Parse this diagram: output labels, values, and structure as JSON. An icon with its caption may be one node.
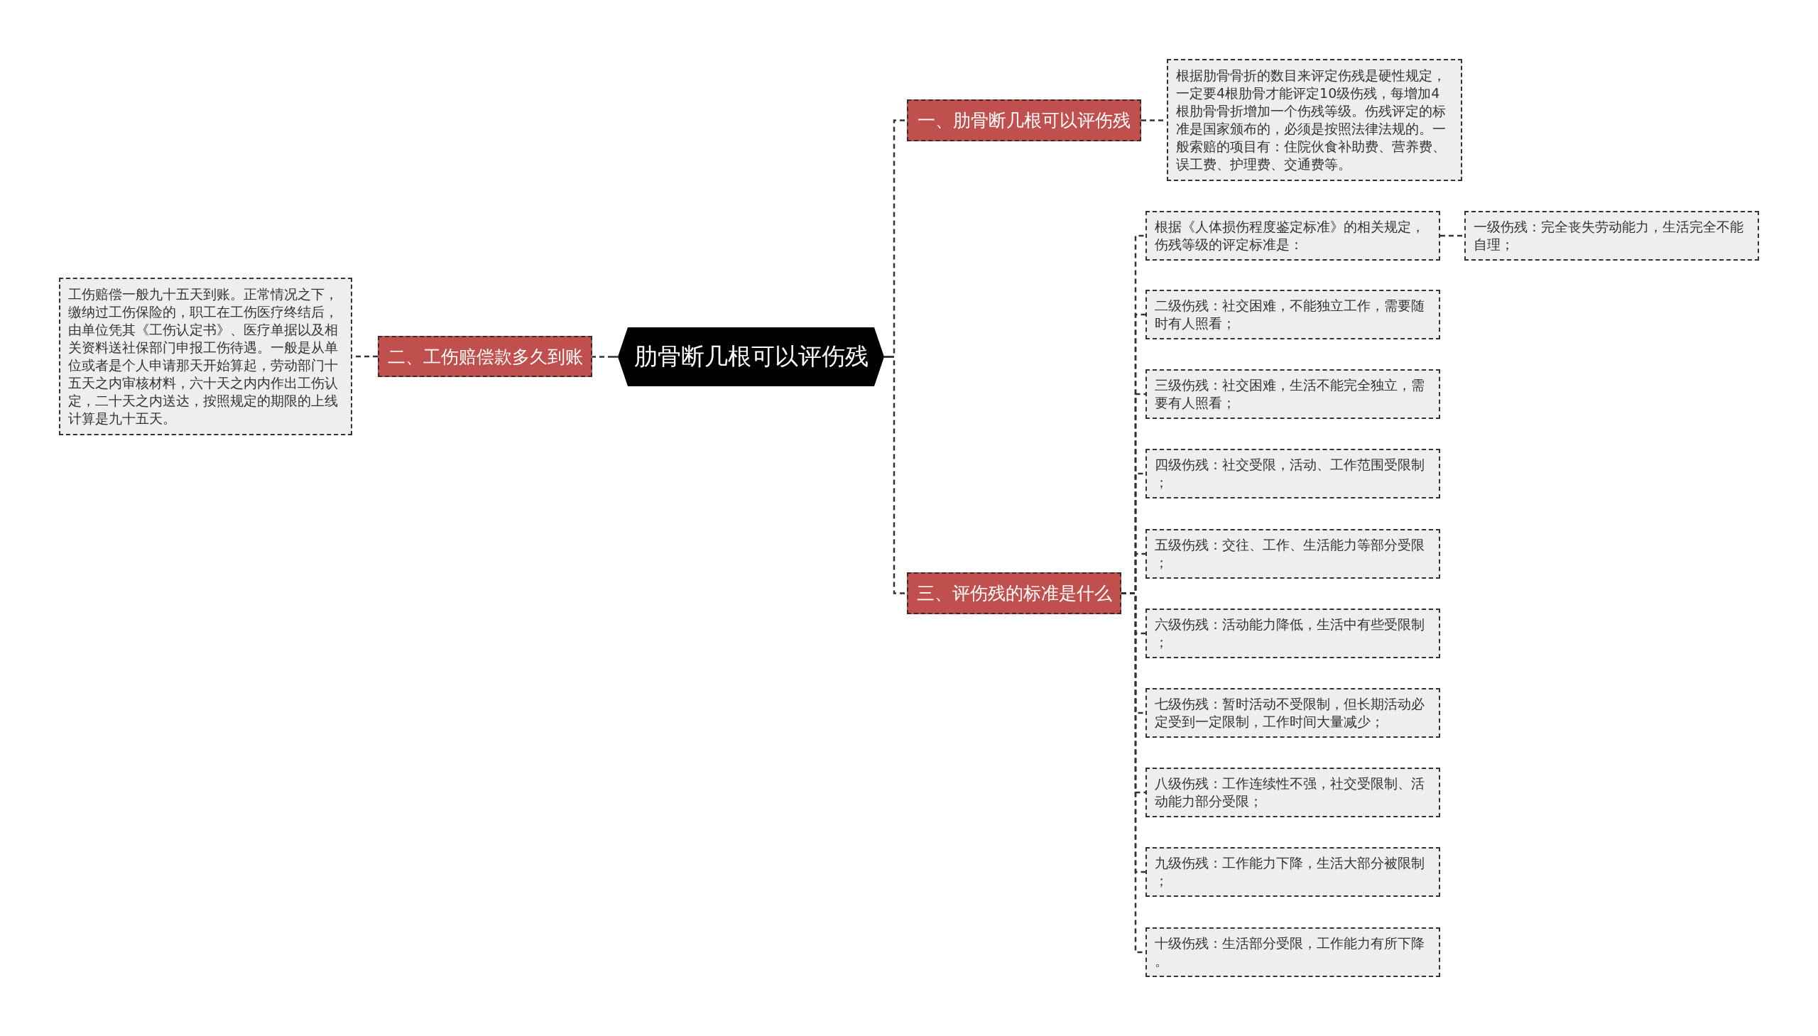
{
  "diagram": {
    "nodes": [
      {
        "text": [
          "肋骨断几根可以评伤残"
        ]
      },
      {
        "text": [
          "一、肋骨断几根可以评伤残"
        ]
      },
      {
        "text": [
          "根据肋骨骨折的数目来评定伤残是硬性规定，一定要4根肋骨才能评定10级伤残，每增加4根肋骨骨折增加一个伤残等级。伤残评定的标准是国家颁布的，必须是按照法律法规的。一般索赔的项目有：住院伙食补助费、营养费、误工费、护理费、交通费等。"
        ]
      },
      {
        "text": [
          "二、工伤赔偿款多久到账"
        ]
      },
      {
        "text": [
          "工伤赔偿一般九十五天到账。正常情况之下，缴纳过工伤保险的，职工在工伤医疗终结后，由单位凭其《工伤认定书》、医疗单据以及相关资料送社保部门申报工伤待遇。一般是从单位或者是个人申请那天开始算起，劳动部门十五天之内审核材料，六十天之内内作出工伤认定，二十天之内送达，按照规定的期限的上线计算是九十五天。"
        ]
      },
      {
        "text": [
          "三、评伤残的标准是什么"
        ]
      },
      {
        "text": [
          "根据《人体损伤程度鉴定标准》的相关规定，伤残等级的评定标准是："
        ]
      },
      {
        "text": [
          "一级伤残：完全丧失劳动能力，生活完全不能自理；"
        ]
      },
      {
        "text": [
          "二级伤残：社交困难，不能独立工作，需要随时有人照看；"
        ]
      },
      {
        "text": [
          "三级伤残：社交困难，生活不能完全独立，需要有人照看；"
        ]
      },
      {
        "text": [
          "四级伤残：社交受限，活动、工作范围受限制；"
        ]
      },
      {
        "text": [
          "五级伤残：交往、工作、生活能力等部分受限；"
        ]
      },
      {
        "text": [
          "六级伤残：活动能力降低，生活中有些受限制；"
        ]
      },
      {
        "text": [
          "七级伤残：暂时活动不受限制，但长期活动必定受到一定限制，工作时间大量减少；"
        ]
      },
      {
        "text": [
          "八级伤残：工作连续性不强，社交受限制、活动能力部分受限；"
        ]
      },
      {
        "text": [
          "九级伤残：工作能力下降，生活大部分被限制；"
        ]
      },
      {
        "text": [
          "十级伤残：生活部分受限，工作能力有所下降。"
        ]
      }
    ],
    "edges": [
      {
        "from": 0,
        "to": 1,
        "arrow": "none",
        "style": "dashed"
      },
      {
        "from": 1,
        "to": 2,
        "arrow": "none",
        "style": "dashed"
      },
      {
        "from": 0,
        "to": 3,
        "arrow": "none",
        "style": "dashed"
      },
      {
        "from": 3,
        "to": 4,
        "arrow": "none",
        "style": "dashed"
      },
      {
        "from": 0,
        "to": 5,
        "arrow": "none",
        "style": "dashed"
      },
      {
        "from": 5,
        "to": 6,
        "arrow": "none",
        "style": "dashed"
      },
      {
        "from": 6,
        "to": 7,
        "arrow": "none",
        "style": "dashed"
      },
      {
        "from": 5,
        "to": 8,
        "arrow": "none",
        "style": "dashed"
      },
      {
        "from": 5,
        "to": 9,
        "arrow": "none",
        "style": "dashed"
      },
      {
        "from": 5,
        "to": 10,
        "arrow": "none",
        "style": "dashed"
      },
      {
        "from": 5,
        "to": 11,
        "arrow": "none",
        "style": "dashed"
      },
      {
        "from": 5,
        "to": 12,
        "arrow": "none",
        "style": "dashed"
      },
      {
        "from": 5,
        "to": 13,
        "arrow": "none",
        "style": "dashed"
      },
      {
        "from": 5,
        "to": 14,
        "arrow": "none",
        "style": "dashed"
      },
      {
        "from": 5,
        "to": 15,
        "arrow": "none",
        "style": "dashed"
      },
      {
        "from": 5,
        "to": 16,
        "arrow": "none",
        "style": "dashed"
      }
    ]
  }
}
